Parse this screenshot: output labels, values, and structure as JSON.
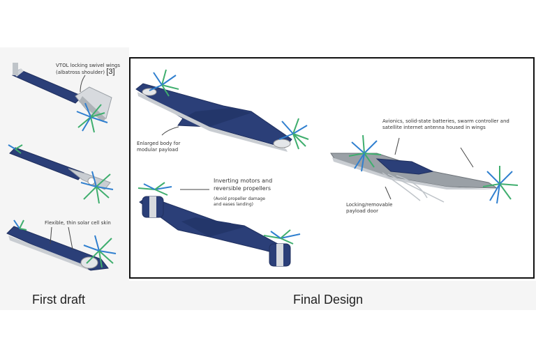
{
  "captions": {
    "first_draft": "First draft",
    "final_design": "Final Design"
  },
  "first_draft_notes": {
    "vtol_line1": "VTOL locking swivel wings",
    "vtol_line2": "(albatross shoulder)",
    "vtol_ref": "[3]",
    "solar_skin": "Flexible, thin solar cell skin"
  },
  "final_notes": {
    "enlarged_line1": "Enlarged body for",
    "enlarged_line2": "modular payload",
    "inverting_line1": "Inverting motors and",
    "inverting_line2": "reversible propellers",
    "inverting_sub1": "(Avoid propeller damage",
    "inverting_sub2": "and eases landing)",
    "avionics_line1": "Avionics, solid-state batteries, swarm controller and",
    "avionics_line2": "satellite internet antenna housed in wings",
    "payload_line1": "Locking/removable",
    "payload_line2": "payload door"
  },
  "colors": {
    "wing_blue": "#2b3f78",
    "wing_blue_dark": "#1f2f5e",
    "fuselage_grey": "#c9cdd2",
    "propeller_green": "#3fae6e",
    "propeller_blue": "#2f7fcf",
    "frame_black": "#111111",
    "panel_bg": "#f4f4f4"
  }
}
